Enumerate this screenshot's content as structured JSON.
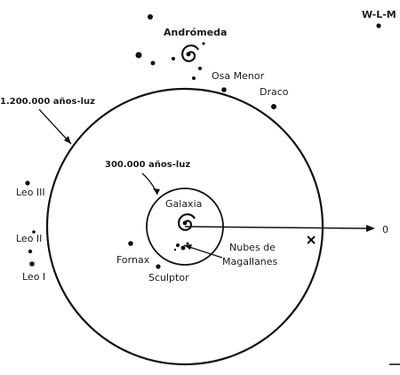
{
  "labels": {
    "andromeda": "Andrómeda",
    "wlm": "W-L-M",
    "osa_menor": "Osa Menor",
    "draco": "Draco",
    "outer_radius": "1.200.000 años-luz",
    "inner_radius": "300.000 años-luz",
    "galaxia": "Galaxia",
    "leo3": "Leo III",
    "leo2": "Leo II",
    "leo1": "Leo I",
    "fornax": "Fornax",
    "sculptor": "Sculptor",
    "magellan_line1": "Nubes de",
    "magellan_line2": "Magallanes",
    "zero": "0"
  }
}
